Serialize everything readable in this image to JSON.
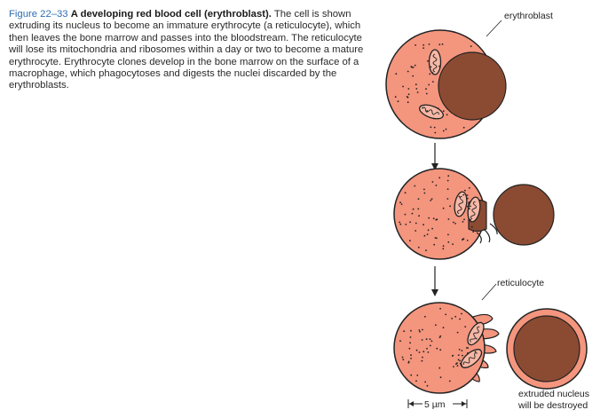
{
  "caption": {
    "figure_label": "Figure 22–33",
    "title": "A developing red blood cell (erythroblast).",
    "body": "The cell is shown extruding its nucleus to become an immature erythrocyte (a reticulocyte), which then leaves the bone marrow and passes into the bloodstream. The reticulocyte will lose its mitochondria and ribosomes within a day or two to become a mature erythrocyte. Erythrocyte clones develop in the bone marrow on the surface of a macrophage, which phagocytoses and digests the nuclei discarded by the erythroblasts."
  },
  "labels": {
    "erythroblast": "erythroblast",
    "reticulocyte": "reticulocyte",
    "extruded_line1": "extruded nucleus",
    "extruded_line2": "will be destroyed",
    "scale_bar": "5 µm"
  },
  "colors": {
    "cytoplasm": "#f4957e",
    "nucleus": "#8b4b33",
    "mitochondrion": "#f7b8a6",
    "figure_label": "#2e6db4"
  }
}
